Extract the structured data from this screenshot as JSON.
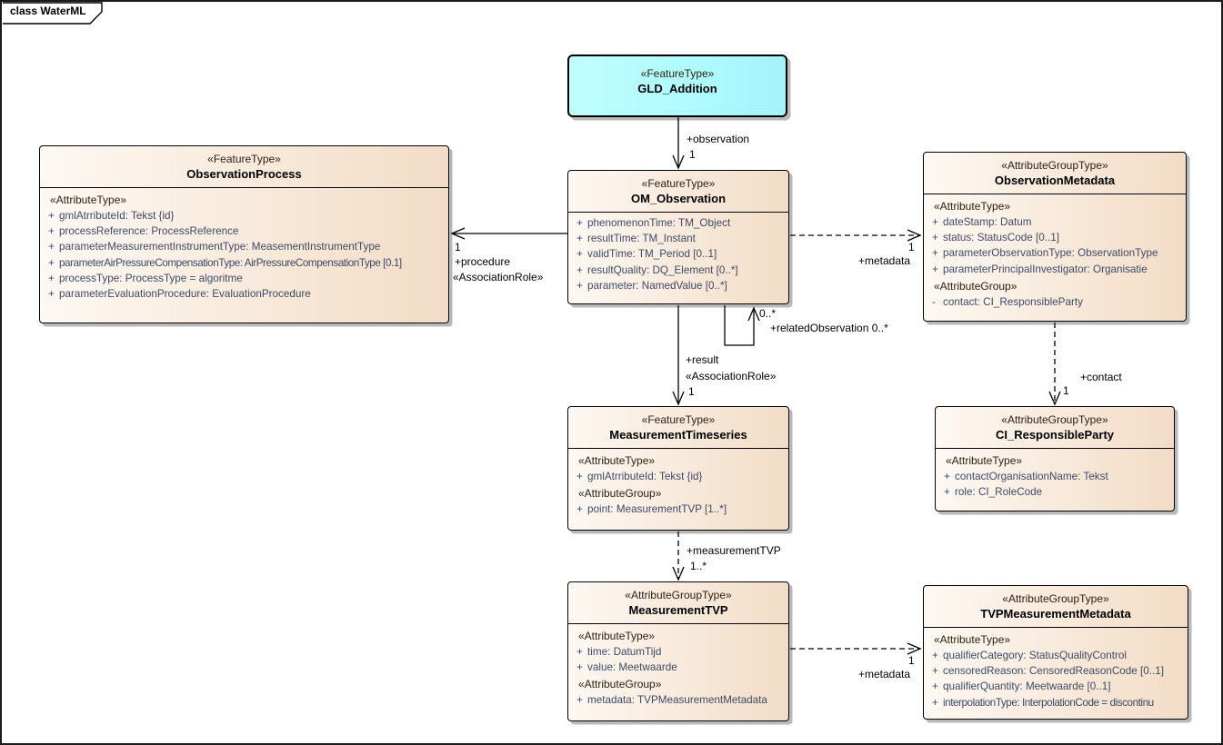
{
  "frame": {
    "title": "class WaterML"
  },
  "colors": {
    "class_fill": "#f5e2cd",
    "gld_fill": "#aefbff",
    "attr_text": "#3e4a66",
    "border": "#000000",
    "shadow": "#b9b9b9"
  },
  "classes": {
    "gld": {
      "stereotype": "«FeatureType»",
      "name": "GLD_Addition"
    },
    "om": {
      "stereotype": "«FeatureType»",
      "name": "OM_Observation",
      "attrs": [
        {
          "vis": "+",
          "text": "phenomenonTime: TM_Object"
        },
        {
          "vis": "+",
          "text": "resultTime: TM_Instant"
        },
        {
          "vis": "+",
          "text": "validTime: TM_Period [0..1]"
        },
        {
          "vis": "+",
          "text": "resultQuality: DQ_Element [0..*]"
        },
        {
          "vis": "+",
          "text": "parameter: NamedValue [0..*]"
        }
      ]
    },
    "process": {
      "stereotype": "«FeatureType»",
      "name": "ObservationProcess",
      "heading": "«AttributeType»",
      "attrs": [
        {
          "vis": "+",
          "text": "gmlAtrributeId: Tekst {id}"
        },
        {
          "vis": "+",
          "text": "processReference: ProcessReference"
        },
        {
          "vis": "+",
          "text": "parameterMeasurementInstrumentType: MeasementInstrumentType"
        },
        {
          "vis": "+",
          "text": "parameterAirPressureCompensationType: AirPressureCompensationType [0.1]"
        },
        {
          "vis": "+",
          "text": "processType: ProcessType = algoritme"
        },
        {
          "vis": "+",
          "text": "parameterEvaluationProcedure: EvaluationProcedure"
        }
      ]
    },
    "obsmeta": {
      "stereotype": "«AttributeGroupType»",
      "name": "ObservationMetadata",
      "heading1": "«AttributeType»",
      "attrs1": [
        {
          "vis": "+",
          "text": "dateStamp: Datum"
        },
        {
          "vis": "+",
          "text": "status: StatusCode [0..1]"
        },
        {
          "vis": "+",
          "text": "parameterObservationType: ObservationType"
        },
        {
          "vis": "+",
          "text": "parameterPrincipalInvestigator: Organisatie"
        }
      ],
      "heading2": "«AttributeGroup»",
      "attrs2": [
        {
          "vis": "-",
          "text": "contact: CI_ResponsibleParty"
        }
      ]
    },
    "timeseries": {
      "stereotype": "«FeatureType»",
      "name": "MeasurementTimeseries",
      "heading1": "«AttributeType»",
      "attrs1": [
        {
          "vis": "+",
          "text": "gmlAtrributeId: Tekst {id}"
        }
      ],
      "heading2": "«AttributeGroup»",
      "attrs2": [
        {
          "vis": "+",
          "text": "point: MeasurementTVP [1..*]"
        }
      ]
    },
    "ci": {
      "stereotype": "«AttributeGroupType»",
      "name": "CI_ResponsibleParty",
      "heading": "«AttributeType»",
      "attrs": [
        {
          "vis": "+",
          "text": "contactOrganisationName: Tekst"
        },
        {
          "vis": "+",
          "text": "role: CI_RoleCode"
        }
      ]
    },
    "mtvp": {
      "stereotype": "«AttributeGroupType»",
      "name": "MeasurementTVP",
      "heading1": "«AttributeType»",
      "attrs1": [
        {
          "vis": "+",
          "text": "time: DatumTijd"
        },
        {
          "vis": "+",
          "text": "value: Meetwaarde"
        }
      ],
      "heading2": "«AttributeGroup»",
      "attrs2": [
        {
          "vis": "+",
          "text": "metadata: TVPMeasurementMetadata"
        }
      ]
    },
    "tvpmeta": {
      "stereotype": "«AttributeGroupType»",
      "name": "TVPMeasurementMetadata",
      "heading": "«AttributeType»",
      "attrs": [
        {
          "vis": "+",
          "text": "qualifierCategory: StatusQualityControl"
        },
        {
          "vis": "+",
          "text": "censoredReason: CensoredReasonCode [0..1]"
        },
        {
          "vis": "+",
          "text": "qualifierQuantity: Meetwaarde [0..1]"
        },
        {
          "vis": "+",
          "text": "interpolationType: InterpolationCode = discontinu"
        }
      ]
    }
  },
  "connectors": {
    "observation": {
      "label": "+observation",
      "mult": "1"
    },
    "procedure": {
      "mult": "1",
      "label": "+procedure",
      "stereotype": "«AssociationRole»"
    },
    "metadata_obs": {
      "mult": "1",
      "label": "+metadata"
    },
    "related": {
      "mult": "0..*",
      "label": "+relatedObservation 0..*"
    },
    "result": {
      "label": "+result",
      "stereotype": "«AssociationRole»",
      "mult": "1"
    },
    "contact": {
      "label": "+contact",
      "mult": "1"
    },
    "measurement_tvp": {
      "label": "+measurementTVP",
      "mult": "1..*"
    },
    "metadata_tvp": {
      "mult": "1",
      "label": "+metadata"
    }
  }
}
